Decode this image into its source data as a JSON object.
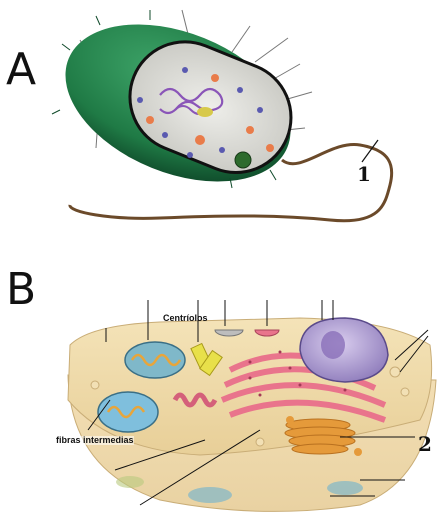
{
  "panels": {
    "a": {
      "letter": "A",
      "number_label": "1"
    },
    "b": {
      "letter": "B",
      "number_label": "2",
      "labels": {
        "centriolos": "Centríolos",
        "fibras": "fibras intermedias"
      }
    }
  },
  "colors": {
    "cell_wall": "#1f7a45",
    "cytoplasm": "#dcdcd4",
    "flagellum": "#6b4a2a",
    "cell_b_surface": "#efd9a8",
    "golgi": "#e59a3a",
    "nucleus": "#b9a9d9",
    "er": "#e9748c"
  }
}
